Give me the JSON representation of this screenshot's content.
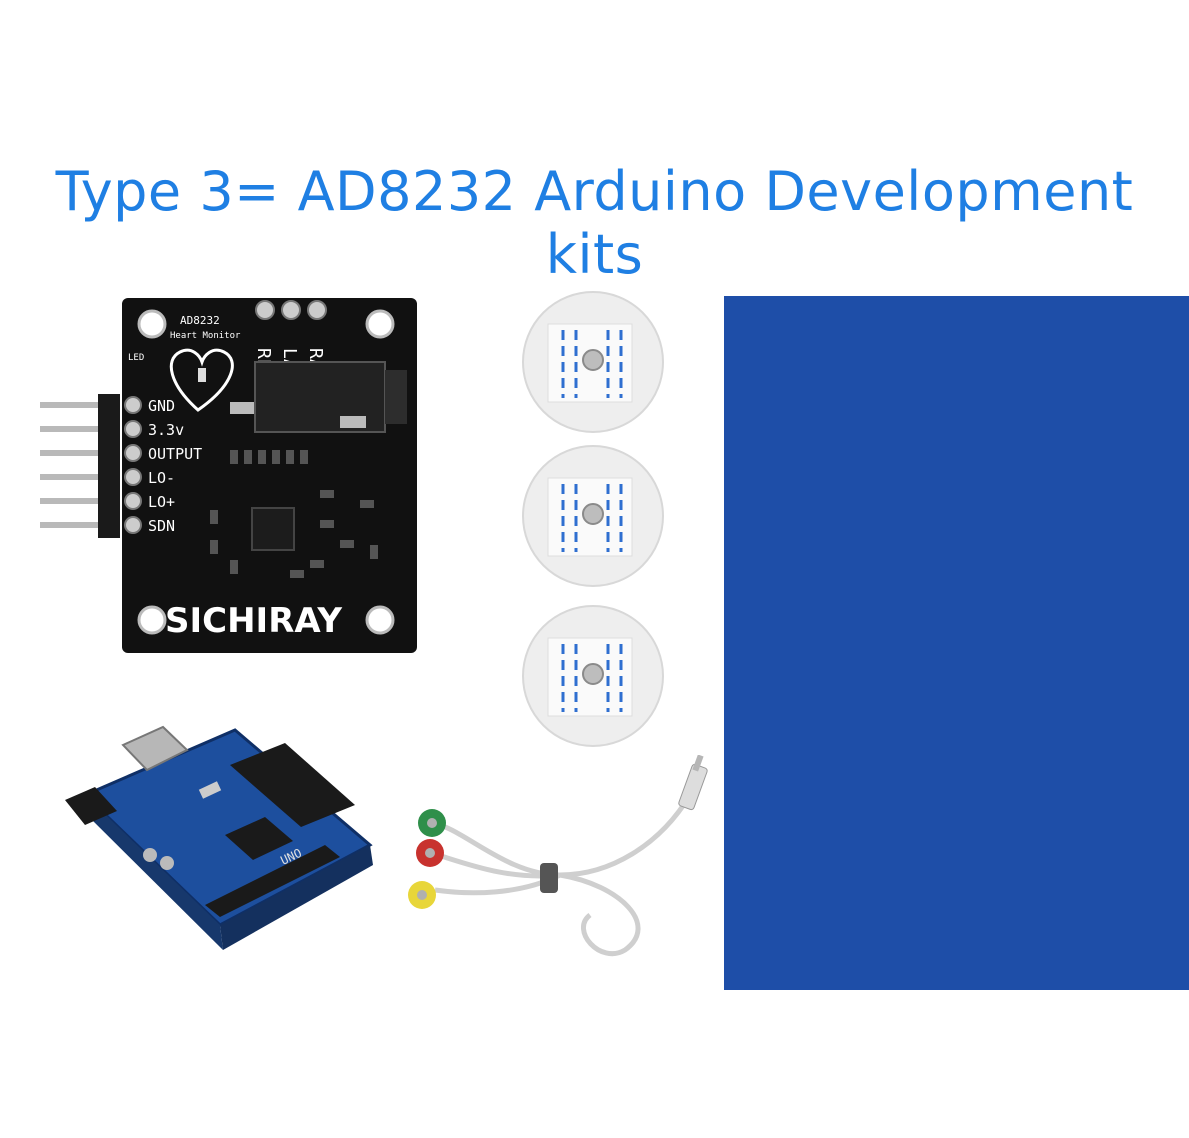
{
  "title": "Type 3= AD8232 Arduino Development kits",
  "colors": {
    "title": "#1f7fe3",
    "pcb_black": "#111111",
    "pcb_blue": "#1d4f9e",
    "blue_sheet": "#1e4ea8",
    "electrode_white": "#eeeeee",
    "lead_green": "#2f8f4a",
    "lead_red": "#c8322e",
    "lead_yellow": "#e8d63a"
  },
  "module": {
    "chip_name": "AD8232",
    "subtitle": "Heart Monitor",
    "led_label": "LED",
    "pads": [
      "RL",
      "LA",
      "RA"
    ],
    "pins": [
      "GND",
      "3.3v",
      "OUTPUT",
      "LO-",
      "LO+",
      "SDN"
    ],
    "brand": "SICHIRAY"
  },
  "arduino": {
    "label": "UNO"
  }
}
